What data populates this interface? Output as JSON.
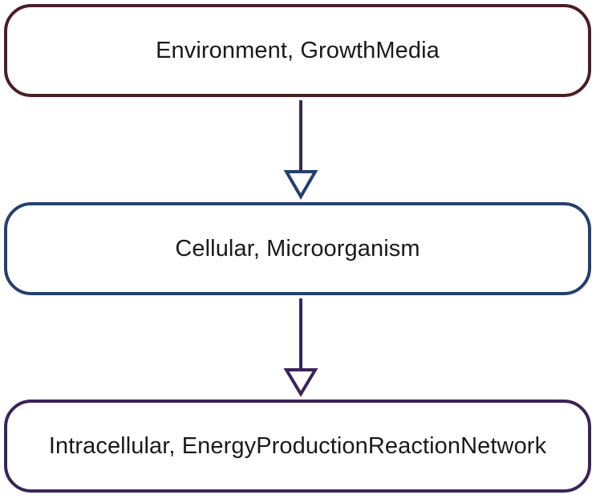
{
  "diagram": {
    "nodes": [
      {
        "id": "environment",
        "label": "Environment, GrowthMedia",
        "border_color": "#4a1f24"
      },
      {
        "id": "cellular",
        "label": "Cellular, Microorganism",
        "border_color": "#24406e"
      },
      {
        "id": "intracellular",
        "label": "Intracellular, EnergyProductionReactionNetwork",
        "border_color": "#3a2458"
      }
    ],
    "edges": [
      {
        "from": "environment",
        "to": "cellular",
        "color": "#3a2a4a"
      },
      {
        "from": "cellular",
        "to": "intracellular",
        "color": "#2e2a5c"
      }
    ]
  }
}
